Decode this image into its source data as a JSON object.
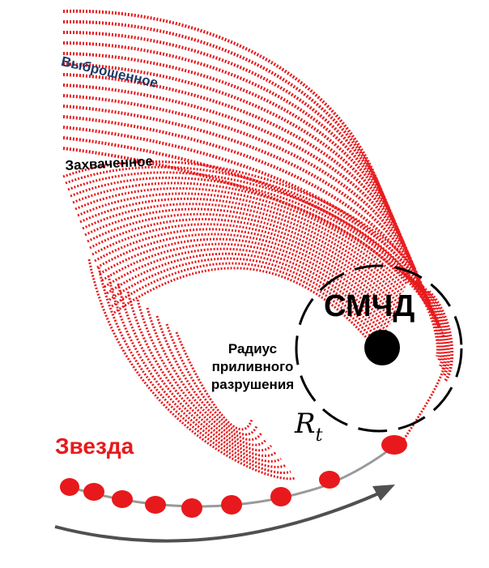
{
  "labels": {
    "ejected": "Выброшенное",
    "captured": "Захваченное",
    "smbh": "СМЧД",
    "tidal_radius_line1": "Радиус",
    "tidal_radius_line2": "приливного",
    "tidal_radius_line3": "разрушения",
    "rt_symbol": "R",
    "rt_subscript": "t",
    "star": "Звезда"
  },
  "colors": {
    "debris": "#e8191c",
    "star": "#e8191c",
    "ejected_label": "#1f3864",
    "captured_label": "#000000",
    "star_label": "#e8191c",
    "black_hole": "#000000",
    "tidal_circle": "#000000",
    "orbit_line": "#9a9a9a",
    "arrow": "#505050"
  }
}
